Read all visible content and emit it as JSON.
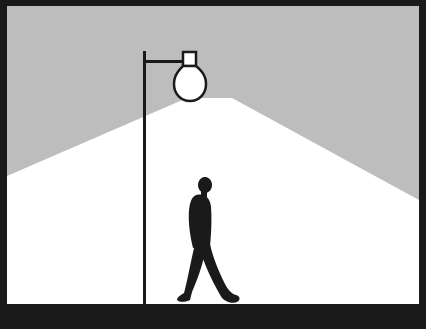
{
  "scene": {
    "colors": {
      "border": "#1a1a1a",
      "sky": "#bdbdbd",
      "light_cone": "#ffffff",
      "ground": "#1a1a1a",
      "pole": "#1a1a1a",
      "lamp_outline": "#1a1a1a",
      "lamp_fill": "#ffffff",
      "person": "#1a1a1a"
    },
    "elements": {
      "lamp": "street-lamp",
      "person": "walking-person-silhouette",
      "cone": "light-cone"
    }
  }
}
